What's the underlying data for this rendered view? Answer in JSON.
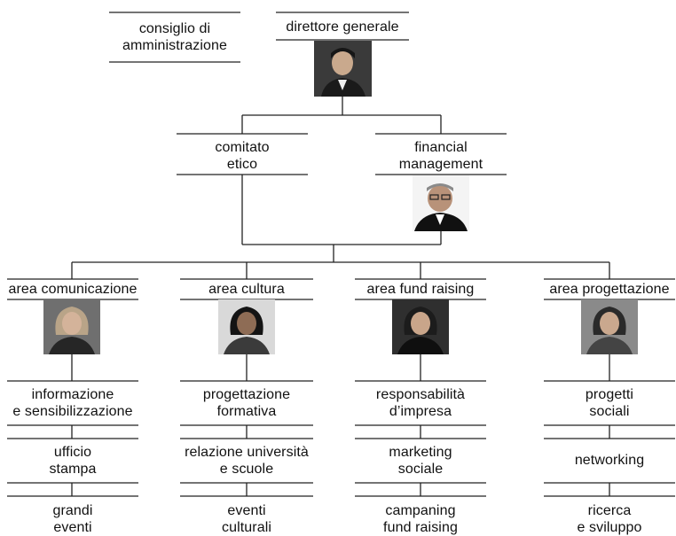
{
  "top": {
    "board": {
      "line1": "consiglio di",
      "line2": "amministrazione"
    },
    "director": {
      "title": "direttore generale",
      "photo": "portrait-man-dark-hair"
    }
  },
  "second": {
    "ethics": {
      "line1": "comitato",
      "line2": "etico"
    },
    "finance": {
      "line1": "financial",
      "line2": "management",
      "photo": "portrait-man-grey-hair"
    }
  },
  "areas": [
    {
      "title": "area comunicazione",
      "photo": "portrait-woman-light-hair",
      "units": [
        [
          "informazione",
          "e sensibilizzazione"
        ],
        [
          "ufficio",
          "stampa"
        ],
        [
          "grandi",
          "eventi"
        ]
      ]
    },
    {
      "title": "area cultura",
      "photo": "portrait-woman-dark-hair",
      "units": [
        [
          "progettazione",
          "formativa"
        ],
        [
          "relazione università",
          "e scuole"
        ],
        [
          "eventi",
          "culturali"
        ]
      ]
    },
    {
      "title": "area fund raising",
      "photo": "portrait-woman-dark-hair-smile",
      "units": [
        [
          "responsabilità",
          "d’impresa"
        ],
        [
          "marketing",
          "sociale"
        ],
        [
          "campaning",
          "fund raising"
        ]
      ]
    },
    {
      "title": "area progettazione",
      "photo": "portrait-woman-outdoor",
      "units": [
        [
          "progetti",
          "sociali"
        ],
        [
          "networking",
          ""
        ],
        [
          "ricerca",
          "e sviluppo"
        ]
      ]
    }
  ]
}
